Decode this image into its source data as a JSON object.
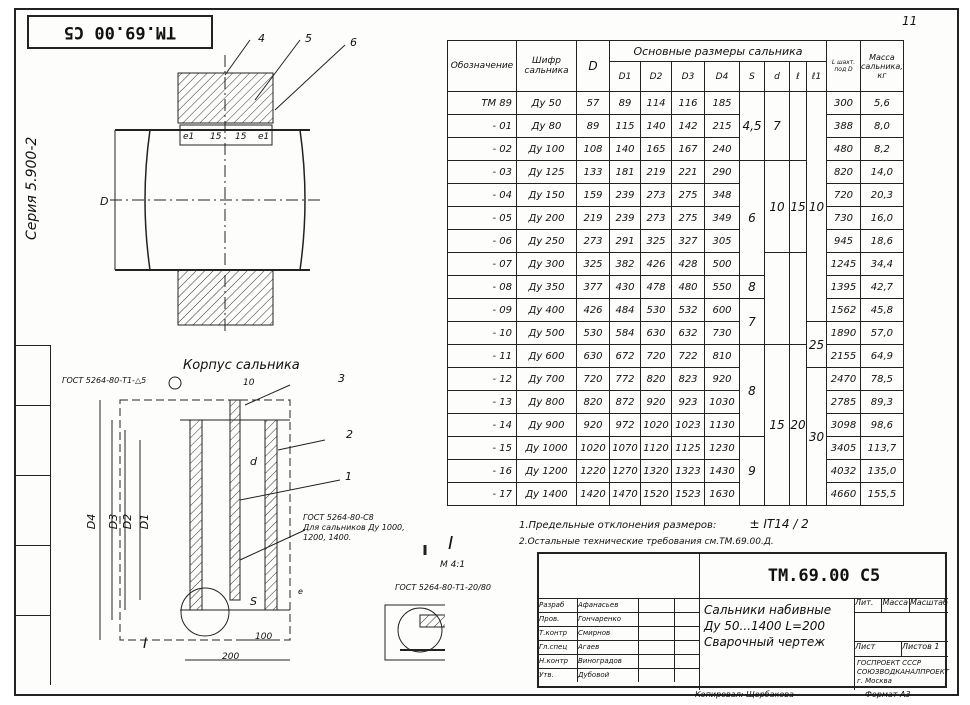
{
  "page_number": "11",
  "stamp_code": "ТМ.69.00 С5",
  "series_label": "Серия 5.900-2",
  "drawing": {
    "labels": {
      "d1": "4",
      "d2": "5",
      "d3": "6",
      "D": "D"
    },
    "dims_top": [
      "e1",
      "15",
      "15",
      "e1"
    ],
    "housing_title": "Корпус сальника",
    "gost_top": "ГОСТ 5264-80-Т1-△5",
    "callouts": [
      "3",
      "2",
      "1"
    ],
    "gost_mid": "ГОСТ 5264-80-С8\nДля сальников Ду 1000,\n1200, 1400.",
    "dim_10": "10",
    "dim_d": "d",
    "dims_side": [
      "D4",
      "D3",
      "D2",
      "D1"
    ],
    "dim_s": "S",
    "dim_e": "e",
    "dim_100": "100",
    "dim_200": "200",
    "view_I": "I",
    "view_I_title": "I",
    "view_scale": "М 4:1",
    "gost_bottom": "ГОСТ 5264-80-Т1-20/80"
  },
  "table": {
    "headers": {
      "designation": "Обозначение",
      "code": "Шифр сальника",
      "D": "D",
      "main_dims": "Основные размеры сальника",
      "D1": "D1",
      "D2": "D2",
      "D3": "D3",
      "D4": "D4",
      "S": "S",
      "d": "d",
      "l": "ℓ",
      "l1": "ℓ1",
      "length": "L шахт. под D",
      "mass": "Масса сальника, кг"
    },
    "rows": [
      {
        "des": "ТМ 89",
        "code": "Ду 50",
        "D": "57",
        "D1": "89",
        "D2": "114",
        "D3": "116",
        "D4": "185",
        "L": "300",
        "m": "5,6"
      },
      {
        "des": "- 01",
        "code": "Ду 80",
        "D": "89",
        "D1": "115",
        "D2": "140",
        "D3": "142",
        "D4": "215",
        "L": "388",
        "m": "8,0"
      },
      {
        "des": "- 02",
        "code": "Ду 100",
        "D": "108",
        "D1": "140",
        "D2": "165",
        "D3": "167",
        "D4": "240",
        "L": "480",
        "m": "8,2"
      },
      {
        "des": "- 03",
        "code": "Ду 125",
        "D": "133",
        "D1": "181",
        "D2": "219",
        "D3": "221",
        "D4": "290",
        "L": "820",
        "m": "14,0"
      },
      {
        "des": "- 04",
        "code": "Ду 150",
        "D": "159",
        "D1": "239",
        "D2": "273",
        "D3": "275",
        "D4": "348",
        "L": "720",
        "m": "20,3"
      },
      {
        "des": "- 05",
        "code": "Ду 200",
        "D": "219",
        "D1": "239",
        "D2": "273",
        "D3": "275",
        "D4": "349",
        "L": "730",
        "m": "16,0"
      },
      {
        "des": "- 06",
        "code": "Ду 250",
        "D": "273",
        "D1": "291",
        "D2": "325",
        "D3": "327",
        "D4": "305",
        "L": "945",
        "m": "18,6"
      },
      {
        "des": "- 07",
        "code": "Ду 300",
        "D": "325",
        "D1": "382",
        "D2": "426",
        "D3": "428",
        "D4": "500",
        "L": "1245",
        "m": "34,4"
      },
      {
        "des": "- 08",
        "code": "Ду 350",
        "D": "377",
        "D1": "430",
        "D2": "478",
        "D3": "480",
        "D4": "550",
        "L": "1395",
        "m": "42,7"
      },
      {
        "des": "- 09",
        "code": "Ду 400",
        "D": "426",
        "D1": "484",
        "D2": "530",
        "D3": "532",
        "D4": "600",
        "L": "1562",
        "m": "45,8"
      },
      {
        "des": "- 10",
        "code": "Ду 500",
        "D": "530",
        "D1": "584",
        "D2": "630",
        "D3": "632",
        "D4": "730",
        "L": "1890",
        "m": "57,0"
      },
      {
        "des": "- 11",
        "code": "Ду 600",
        "D": "630",
        "D1": "672",
        "D2": "720",
        "D3": "722",
        "D4": "810",
        "L": "2155",
        "m": "64,9"
      },
      {
        "des": "- 12",
        "code": "Ду 700",
        "D": "720",
        "D1": "772",
        "D2": "820",
        "D3": "823",
        "D4": "920",
        "L": "2470",
        "m": "78,5"
      },
      {
        "des": "- 13",
        "code": "Ду 800",
        "D": "820",
        "D1": "872",
        "D2": "920",
        "D3": "923",
        "D4": "1030",
        "L": "2785",
        "m": "89,3"
      },
      {
        "des": "- 14",
        "code": "Ду 900",
        "D": "920",
        "D1": "972",
        "D2": "1020",
        "D3": "1023",
        "D4": "1130",
        "L": "3098",
        "m": "98,6"
      },
      {
        "des": "- 15",
        "code": "Ду 1000",
        "D": "1020",
        "D1": "1070",
        "D2": "1120",
        "D3": "1125",
        "D4": "1230",
        "L": "3405",
        "m": "113,7"
      },
      {
        "des": "- 16",
        "code": "Ду 1200",
        "D": "1220",
        "D1": "1270",
        "D2": "1320",
        "D3": "1323",
        "D4": "1430",
        "L": "4032",
        "m": "135,0"
      },
      {
        "des": "- 17",
        "code": "Ду 1400",
        "D": "1420",
        "D1": "1470",
        "D2": "1520",
        "D3": "1523",
        "D4": "1630",
        "L": "4660",
        "m": "155,5"
      }
    ],
    "merged": {
      "S_a": "4,5",
      "S_b": "6",
      "S_c": "8",
      "S_d": "7",
      "S_e": "8",
      "S_f": "9",
      "d_a": "7",
      "d_b": "10",
      "d_c": "15",
      "l_a": "15",
      "l_b": "20",
      "l1_a": "10",
      "l1_b": "25",
      "l1_c": "30"
    }
  },
  "notes": {
    "n1": "1.Предельные отклонения размеров:",
    "n1_val": "± IT14 / 2",
    "n2": "2.Остальные технические требования см.ТМ.69.00.Д."
  },
  "title_block": {
    "code": "ТМ.69.00 С5",
    "name": "Сальники набивные Ду 50...1400 L=200 Сварочный чертеж",
    "signers": [
      [
        "Разраб",
        "Афанасьев"
      ],
      [
        "Пров.",
        "Гончаренко"
      ],
      [
        "Т.контр",
        "Смирнов"
      ],
      [
        "Гл.спец",
        "Агаев"
      ],
      [
        "Н.контр",
        "Виноградов"
      ],
      [
        "Утв.",
        "Дубовой"
      ]
    ],
    "lit": "Лит.",
    "mass": "Масса",
    "scale": "Масштаб",
    "sheet": "Лист",
    "sheets": "Листов 1",
    "org": "ГОСПРОЕКТ СССР СОЮЗВОДКАНАЛПРОЕКТ г. Москва",
    "copied": "Копировал: Щербакова",
    "format": "Формат А3"
  }
}
